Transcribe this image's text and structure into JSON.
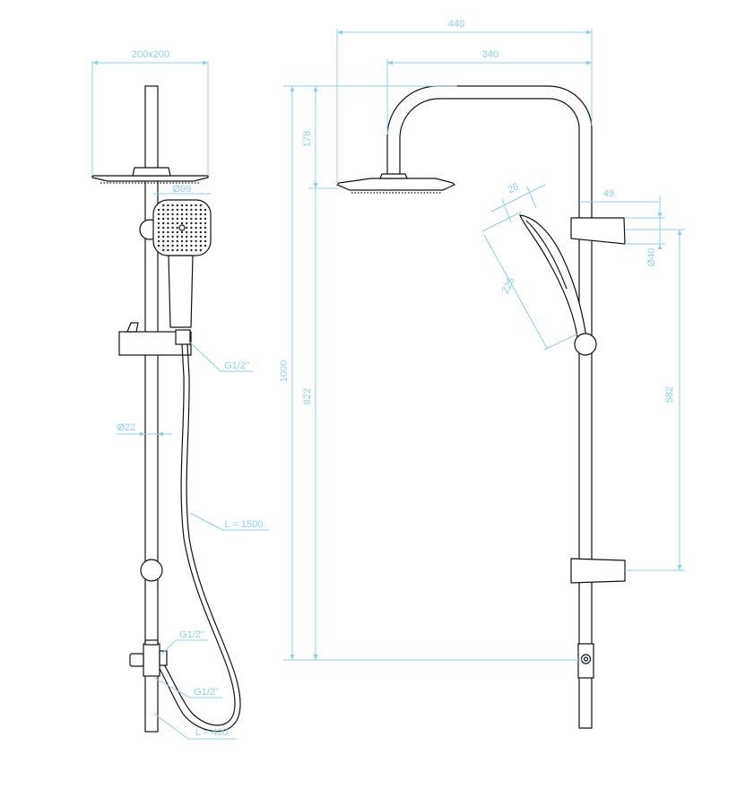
{
  "dimensions": {
    "head_size": "200x200",
    "hand_shower_dia": "Ø99",
    "connector_top": "G1/2\"",
    "rail_dia": "Ø22",
    "hose_length": "L = 1500",
    "inlet_connector_a": "G1/2\"",
    "inlet_connector_b": "G1/2\"",
    "inlet_length": "L = 400",
    "total_width": "440",
    "arm_width": "340",
    "head_drop": "178",
    "total_height": "1000",
    "rail_height": "822",
    "handle_angle": "26",
    "hand_shower_length": "225",
    "holder_offset": "49",
    "holder_dia": "Ø40",
    "holder_travel": "582"
  }
}
